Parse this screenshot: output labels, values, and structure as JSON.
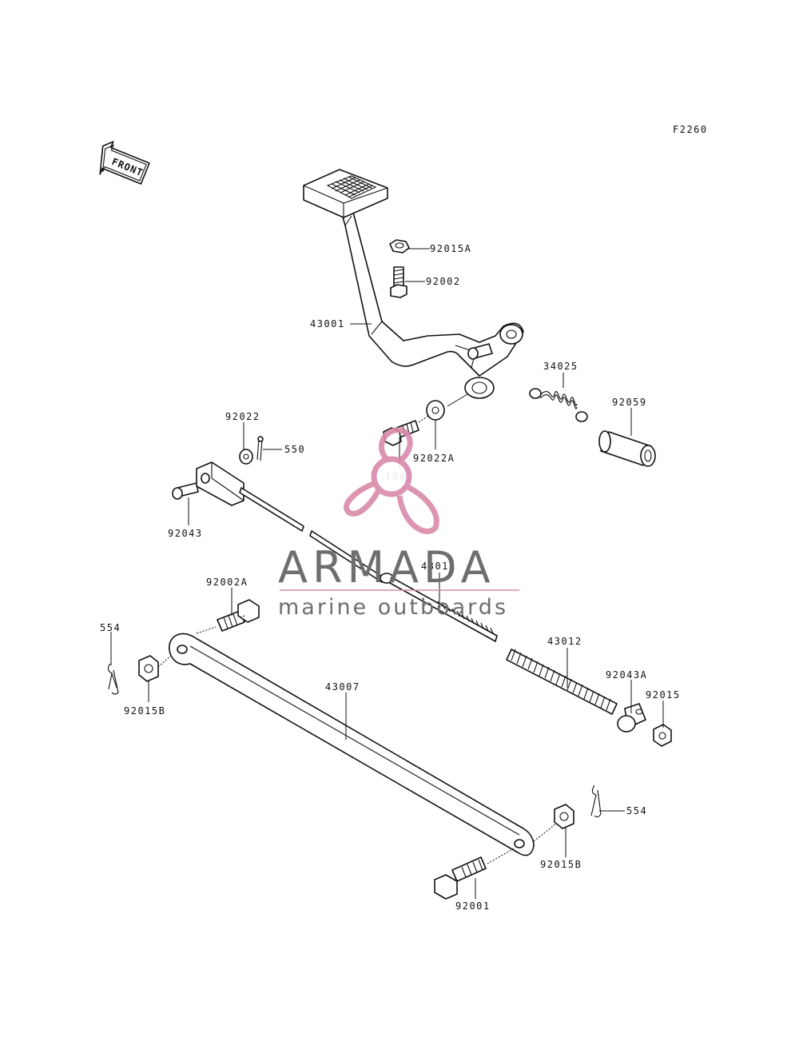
{
  "figure_code": "F2260",
  "front_marker": "FRONT",
  "watermark": {
    "title": "ARMADA",
    "subtitle": "marine outboards",
    "logo_color": "#d98aa9",
    "text_color": "#6e6e6e"
  },
  "parts": [
    {
      "id": "p-92015A",
      "number": "92015A"
    },
    {
      "id": "p-92002",
      "number": "92002"
    },
    {
      "id": "p-43001",
      "number": "43001"
    },
    {
      "id": "p-34025",
      "number": "34025"
    },
    {
      "id": "p-92059",
      "number": "92059"
    },
    {
      "id": "p-92022",
      "number": "92022"
    },
    {
      "id": "p-550",
      "number": "550"
    },
    {
      "id": "p-92022A",
      "number": "92022A"
    },
    {
      "id": "p-180",
      "number": "180"
    },
    {
      "id": "p-92043",
      "number": "92043"
    },
    {
      "id": "p-43011",
      "number": "43011"
    },
    {
      "id": "p-92002A",
      "number": "92002A"
    },
    {
      "id": "p-554a",
      "number": "554"
    },
    {
      "id": "p-92015Ba",
      "number": "92015B"
    },
    {
      "id": "p-43012",
      "number": "43012"
    },
    {
      "id": "p-92043A",
      "number": "92043A"
    },
    {
      "id": "p-92015",
      "number": "92015"
    },
    {
      "id": "p-43007",
      "number": "43007"
    },
    {
      "id": "p-554b",
      "number": "554"
    },
    {
      "id": "p-92015Bb",
      "number": "92015B"
    },
    {
      "id": "p-92001",
      "number": "92001"
    }
  ]
}
